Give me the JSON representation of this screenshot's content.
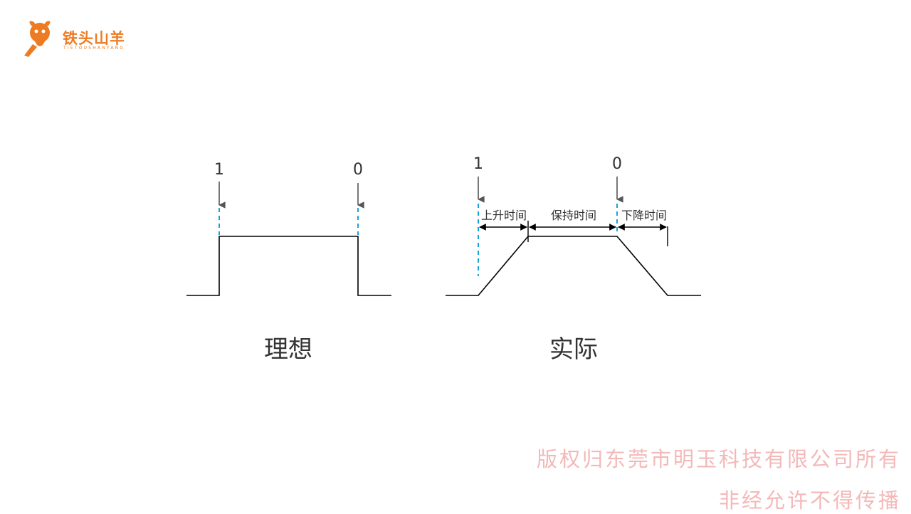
{
  "logo": {
    "name": "铁头山羊",
    "subtitle": "TIETOUSHANYANG",
    "color": "#ee7b22"
  },
  "diagram": {
    "ideal": {
      "caption": "理想",
      "marker_start": "1",
      "marker_end": "0"
    },
    "actual": {
      "caption": "实际",
      "marker_start": "1",
      "marker_end": "0",
      "rise_label": "上升时间",
      "hold_label": "保持时间",
      "fall_label": "下降时间"
    },
    "colors": {
      "waveform": "#000000",
      "arrow": "#555555",
      "dashed_marker": "#1aa3d9",
      "text": "#333333"
    }
  },
  "watermark": {
    "line1": "版权归东莞市明玉科技有限公司所有",
    "line2": "非经允许不得传播",
    "color": "#f4b8b8"
  }
}
